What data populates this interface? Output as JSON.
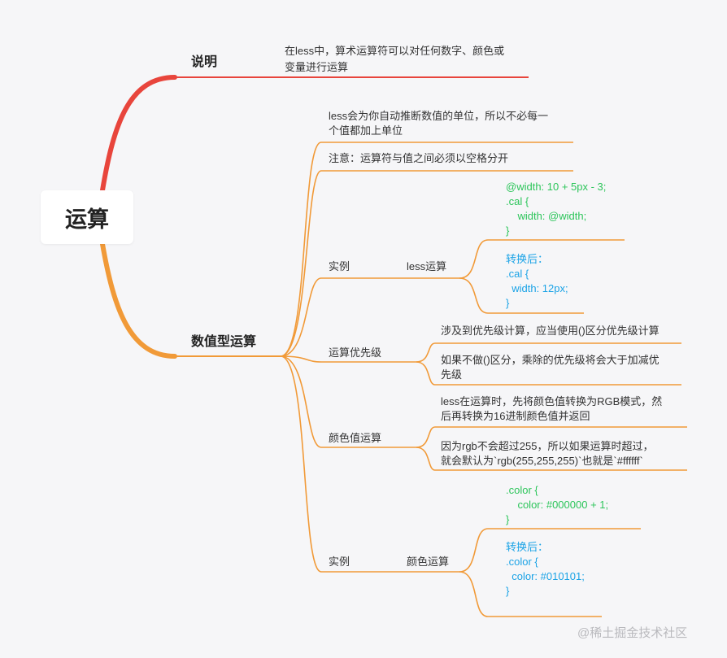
{
  "root": "运算",
  "branches": {
    "intro": {
      "label": "说明",
      "text": [
        "在less中，算术运算符可以对任何数字、颜色或",
        "变量进行运算"
      ]
    },
    "numeric": {
      "label": "数值型运算",
      "note1": [
        "less会为你自动推断数值的单位，所以不必每一",
        "个值都加上单位"
      ],
      "note2": "注意：运算符与值之间必须以空格分开",
      "example1": {
        "label": "实例",
        "sub": "less运算",
        "code_before": "@width: 10 + 5px - 3;\n.cal {\n    width: @width;\n}",
        "code_after": "转换后：\n.cal {\n  width: 12px;\n}"
      },
      "priority": {
        "label": "运算优先级",
        "items": [
          [
            "涉及到优先级计算，应当使用()区分优先级计算"
          ],
          [
            "如果不做()区分，乘除的优先级将会大于加减优",
            "先级"
          ]
        ]
      },
      "color_ops": {
        "label": "颜色值运算",
        "items": [
          [
            "less在运算时，先将颜色值转换为RGB模式，然",
            "后再转换为16进制颜色值并返回"
          ],
          [
            "因为rgb不会超过255，所以如果运算时超过，",
            "就会默认为`rgb(255,255,255)`也就是`#ffffff`"
          ]
        ]
      },
      "example2": {
        "label": "实例",
        "sub": "颜色运算",
        "code_before": ".color {\n    color: #000000 + 1;\n}",
        "code_after": "转换后：\n.color {\n  color: #010101;\n}"
      }
    }
  },
  "watermark": "@稀土掘金技术社区",
  "colors": {
    "intro_line": "#e8453c",
    "numeric_line": "#f19a38",
    "green": "#2cc55a",
    "blue": "#1ba3e6"
  }
}
